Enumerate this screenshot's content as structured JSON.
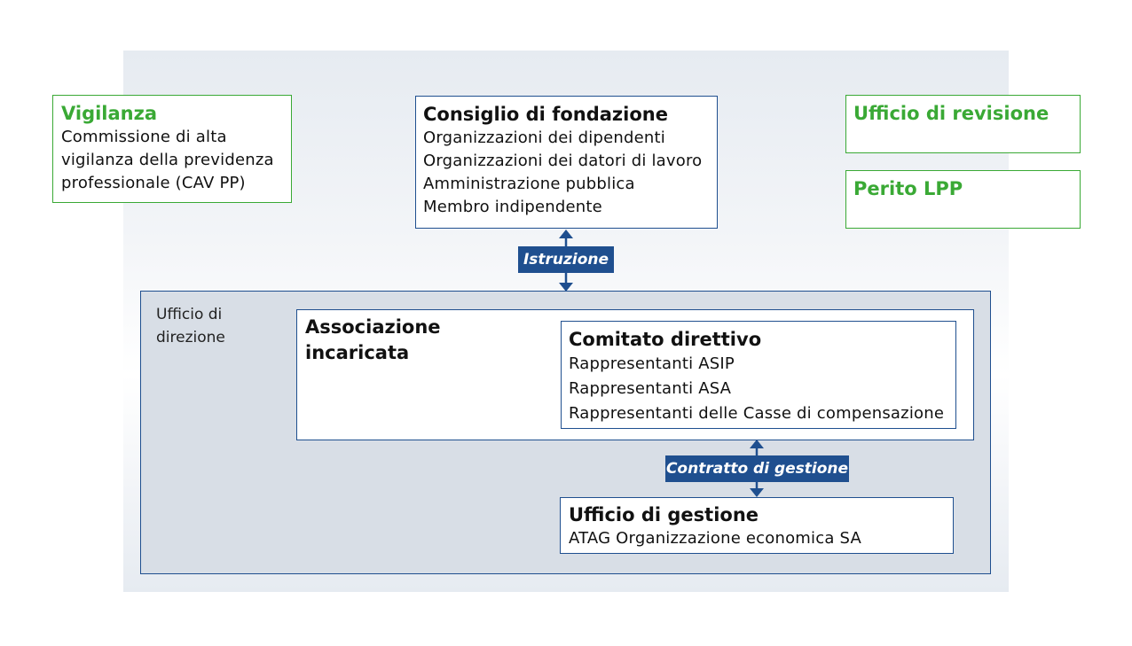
{
  "vigilanza": {
    "title": "Vigilanza",
    "lines": [
      "Commissione di alta",
      "vigilanza della previdenza",
      "professionale (CAV PP)"
    ]
  },
  "consiglio": {
    "title": "Consiglio di fondazione",
    "lines": [
      "Organizzazioni dei dipendenti",
      "Organizzazioni dei datori di lavoro",
      "Amministrazione pubblica",
      "Membro indipendente"
    ]
  },
  "revisione": {
    "title": "Ufficio di revisione"
  },
  "perito": {
    "title": "Perito LPP"
  },
  "istruzione": {
    "label": "Istruzione"
  },
  "direzione": {
    "lines": [
      "Ufficio di",
      "direzione"
    ]
  },
  "associazione": {
    "lines": [
      "Associazione",
      "incaricata"
    ]
  },
  "comitato": {
    "title": "Comitato direttivo",
    "lines": [
      "Rappresentanti ASIP",
      "Rappresentanti ASA",
      "Rappresentanti delle Casse di compensazione"
    ]
  },
  "contratto": {
    "label": "Contratto di gestione"
  },
  "gestione": {
    "title": "Ufficio di gestione",
    "lines": [
      "ATAG Organizzazione economica SA"
    ]
  },
  "colors": {
    "green": "#3aa935",
    "blue": "#1f4f8f",
    "area": "#d8dee6"
  }
}
